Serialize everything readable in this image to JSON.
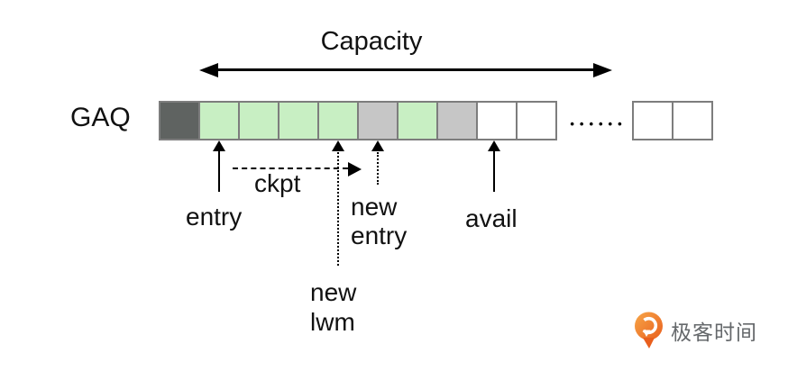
{
  "diagram": {
    "title": "Capacity",
    "queue_name": "GAQ",
    "ellipsis": "••••••",
    "pointers": {
      "entry": "entry",
      "ckpt": "ckpt",
      "new_entry": "new\nentry",
      "avail": "avail",
      "new_lwm": "new\nlwm"
    },
    "queue": {
      "cells": [
        "dark",
        "green",
        "green",
        "green",
        "green",
        "gray",
        "green",
        "gray",
        "white",
        "white"
      ],
      "tail_cells": [
        "white",
        "white"
      ]
    },
    "colors": {
      "cell_dark": "#5f6361",
      "cell_green": "#c8efc3",
      "cell_gray": "#c6c6c6",
      "cell_white": "#ffffff",
      "cell_border": "#7d7d7d",
      "arrow": "#000000",
      "logo_orange": "#ed6c1e",
      "logo_text_gray": "#65686b"
    }
  },
  "logo": {
    "text": "极客时间"
  }
}
